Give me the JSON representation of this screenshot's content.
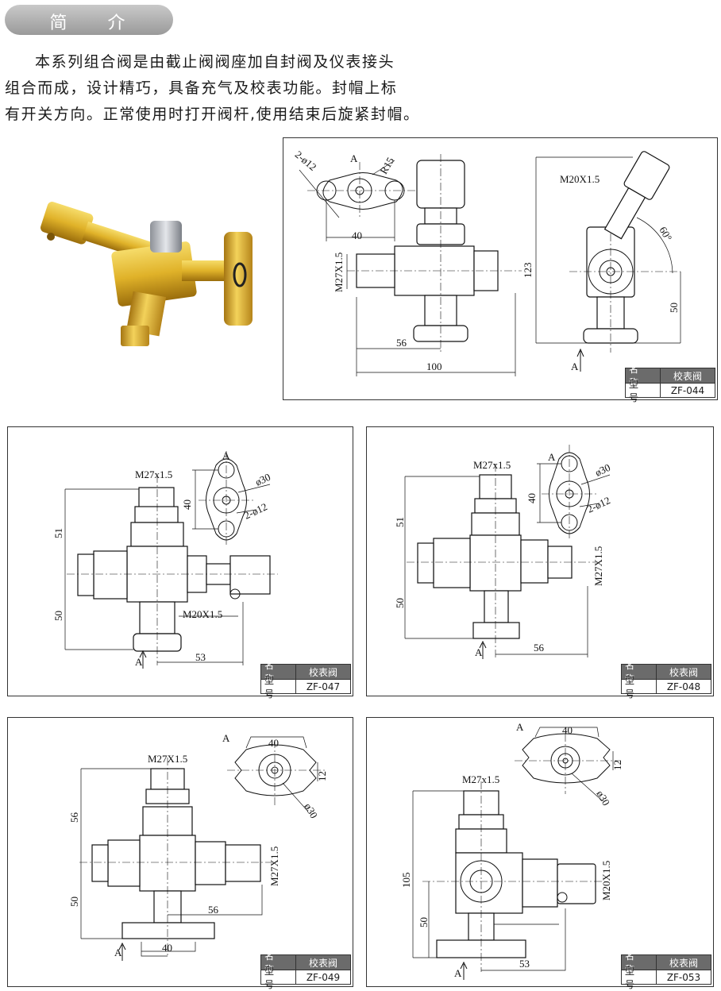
{
  "header": {
    "title": "简 介"
  },
  "intro": {
    "lines": [
      "本系列组合阀是由截止阀阀座加自封阀及仪表接头",
      "组合而成，设计精巧，具备充气及校表功能。封帽上标",
      "有开关方向。正常使用时打开阀杆,使用结束后旋紧封帽。"
    ]
  },
  "title_block": {
    "name_label": "名 称",
    "name_value": "校表阀",
    "model_label": "型 号"
  },
  "panels": [
    {
      "model": "ZF-044",
      "dims": {
        "view": "A",
        "holes": "2-ø12",
        "radius": "R15",
        "pitch": "40",
        "thread_side": "M27X1.5",
        "height": "123",
        "center": "56",
        "length": "100",
        "thread_top": "M20X1.5",
        "angle": "60°",
        "low": "50"
      }
    },
    {
      "model": "ZF-047",
      "dims": {
        "view": "A",
        "thread": "M27x1.5",
        "pitch": "40",
        "dia": "ø30",
        "holes": "2-ø12",
        "upper": "51",
        "lower": "50",
        "thread_side": "M20X1.5",
        "center": "53"
      }
    },
    {
      "model": "ZF-048",
      "dims": {
        "view": "A",
        "thread": "M27x1.5",
        "pitch": "40",
        "dia": "ø30",
        "holes": "2-ø12",
        "upper": "51",
        "lower": "50",
        "thread_side": "M27X1.5",
        "center": "56"
      }
    },
    {
      "model": "ZF-049",
      "dims": {
        "view": "A",
        "pitch": "40",
        "slot": "12",
        "dia": "ø30",
        "thread": "M27X1.5",
        "upper": "56",
        "lower": "50",
        "thread_side": "M27X1.5",
        "center": "56",
        "base": "40"
      }
    },
    {
      "model": "ZF-053",
      "dims": {
        "view": "A",
        "pitch": "40",
        "slot": "12",
        "dia": "ø30",
        "thread": "M27x1.5",
        "height": "105",
        "lower": "50",
        "thread_side": "M20X1.5",
        "center": "53"
      }
    }
  ]
}
